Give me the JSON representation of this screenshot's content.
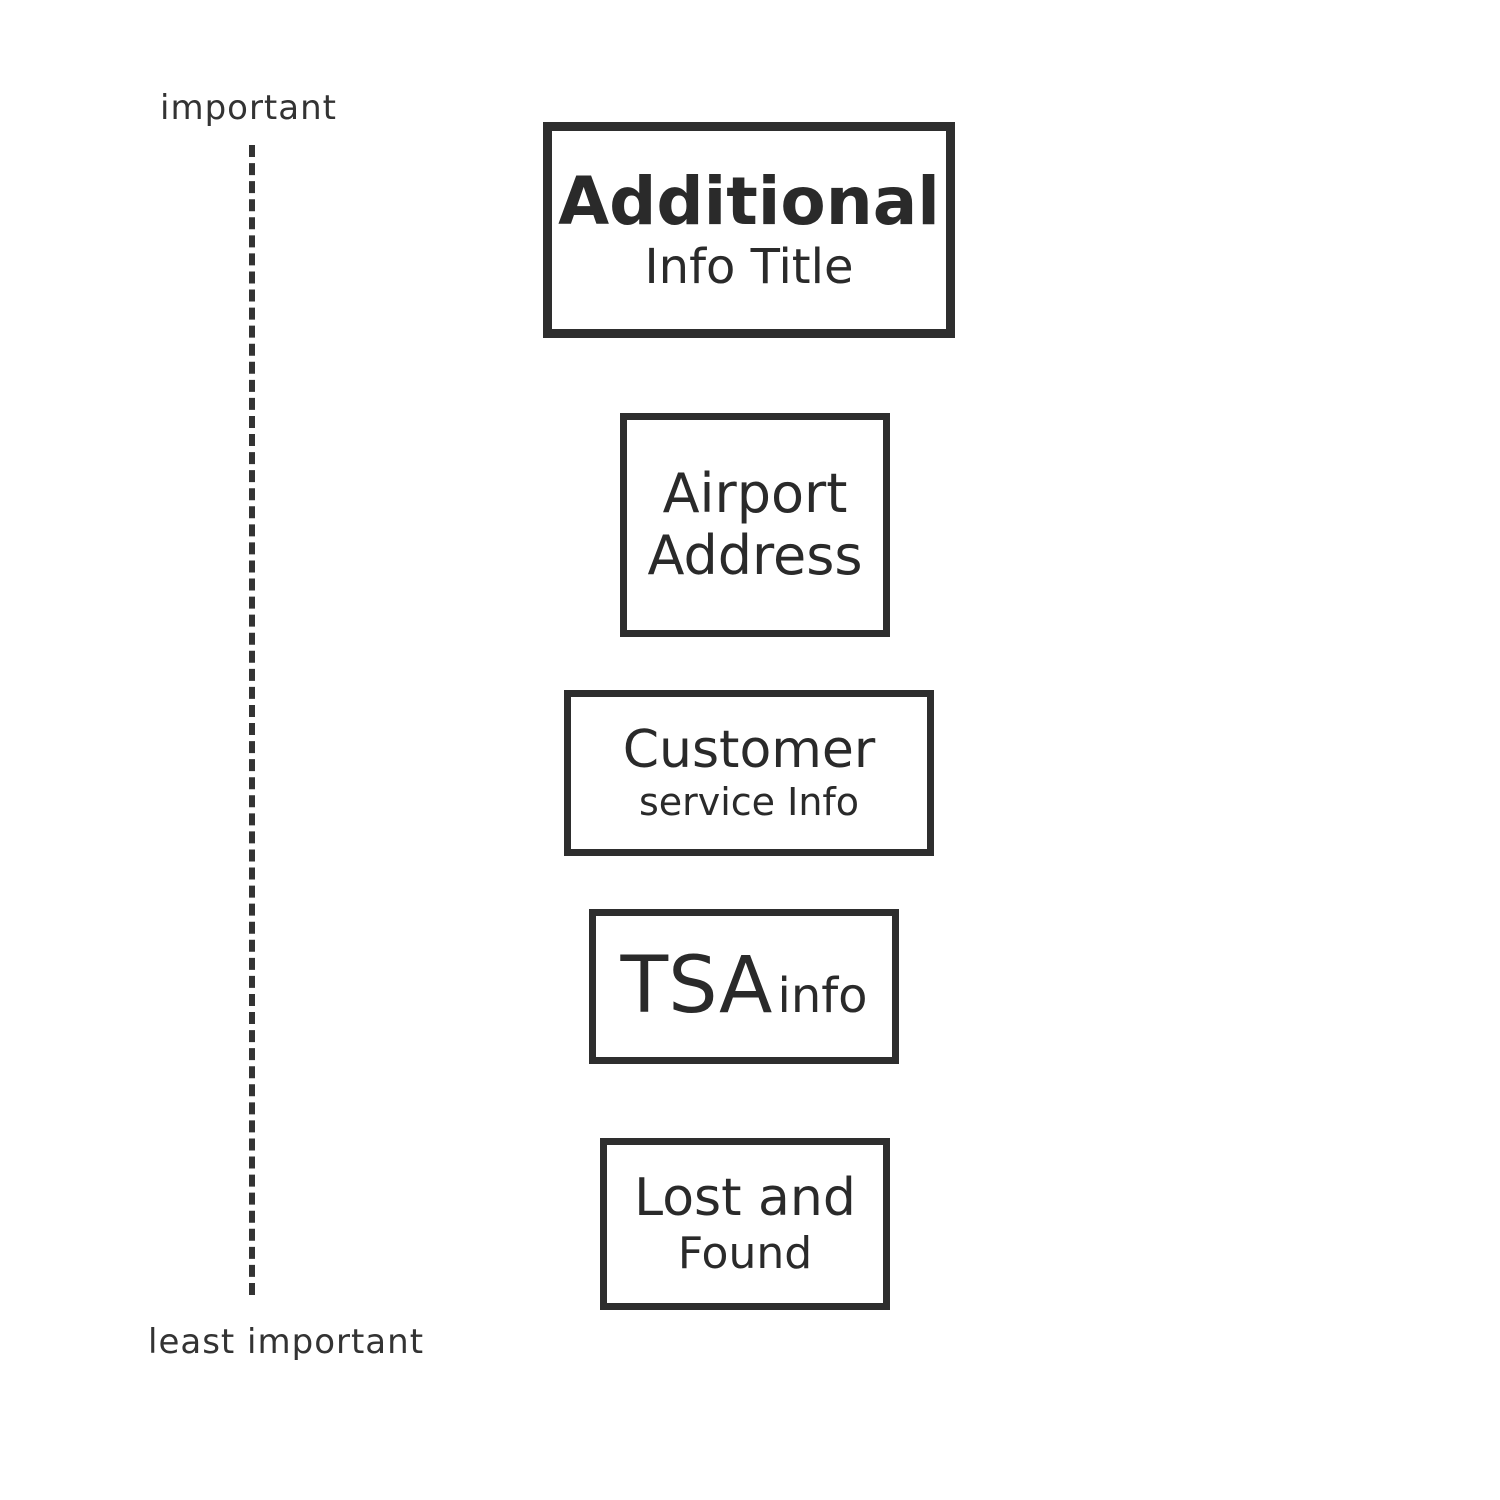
{
  "axis": {
    "top_label": "important",
    "bottom_label": "least important"
  },
  "boxes": {
    "additional_info_title": {
      "line1": "Additional",
      "line2": "Info Title"
    },
    "airport_address": {
      "line1": "Airport",
      "line2": "Address"
    },
    "customer_service_info": {
      "line1": "Customer",
      "line2": "service Info"
    },
    "tsa_info": {
      "main": "TSA",
      "suffix": "info"
    },
    "lost_and_found": {
      "line1": "Lost and",
      "line2": "Found"
    }
  },
  "colors": {
    "ink": "#2e2e2e",
    "background": "#ffffff"
  }
}
